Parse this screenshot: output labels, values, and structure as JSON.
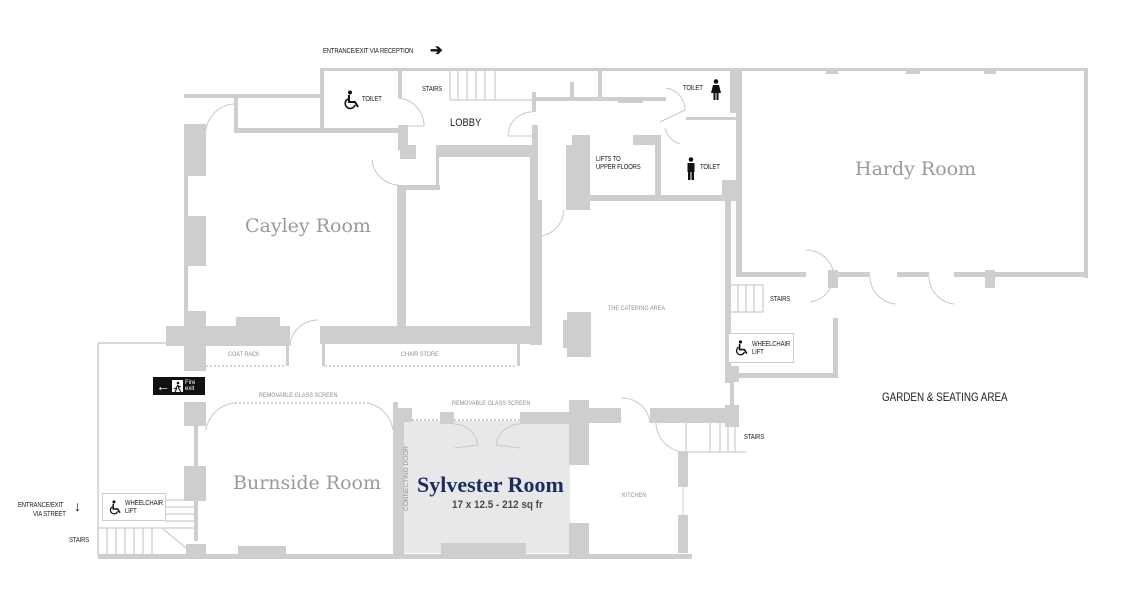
{
  "rooms": {
    "cayley": "Cayley Room",
    "hardy": "Hardy Room",
    "burnside": "Burnside Room",
    "sylvester": {
      "name": "Sylvester Room",
      "dimensions": "17 x 12.5 - 212 sq fr",
      "fill_color": "#e8e8eb",
      "text_color": "#1d2c5e"
    }
  },
  "labels": {
    "entrance_reception": "ENTRANCE/EXIT VIA RECEPTION",
    "entrance_street_1": "ENTRANCE/EXIT",
    "entrance_street_2": "VIA STREET",
    "lobby": "LOBBY",
    "stairs_top": "STAIRS",
    "stairs_right_upper": "STAIRS",
    "stairs_right_lower": "STAIRS",
    "stairs_left": "STAIRS",
    "toilet_accessible": "TOILET",
    "toilet_female": "TOILET",
    "toilet_male": "TOILET",
    "lifts_1": "LIFTS TO",
    "lifts_2": "UPPER FLOORS",
    "catering": "THE CATERING AREA",
    "coat_rack": "COAT RACK",
    "chair_store": "CHAIR STORE",
    "glass_screen_left": "REMOVABLE GLASS SCREEN",
    "glass_screen_right": "REMOVABLE GLASS SCREEN",
    "connecting_door": "CONNECTING DOOR",
    "kitchen": "KITCHEN",
    "garden": "GARDEN & SEATING AREA",
    "wheelchair_lift_right_1": "WHEELCHAIR",
    "wheelchair_lift_right_2": "LIFT",
    "wheelchair_lift_left_1": "WHEELCHAIR",
    "wheelchair_lift_left_2": "LIFT",
    "fire_exit_1": "Fire",
    "fire_exit_2": "exit"
  },
  "icons": {
    "arrow_right": "➔",
    "arrow_down": "🡇",
    "arrow_left": "🡐",
    "wheelchair": "wheelchair-icon",
    "female": "female-icon",
    "male": "male-icon",
    "fire_exit": "fire-exit-icon"
  },
  "colors": {
    "wall": "#cfcecc",
    "room_label": "#9a9a9a",
    "highlight": "#1d2c5e"
  }
}
